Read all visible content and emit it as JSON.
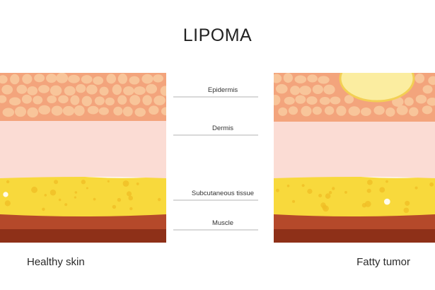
{
  "title": "LIPOMA",
  "layers": [
    {
      "name": "epidermis",
      "label": "Epidermis",
      "color": "#f3a47c",
      "cell_color": "#f8c59a"
    },
    {
      "name": "dermis",
      "label": "Dermis",
      "color": "#fbdcd4"
    },
    {
      "name": "subcutaneous",
      "label": "Subcutaneous tissue",
      "color": "#f8d93c",
      "dot_color": "#f0be26"
    },
    {
      "name": "muscle",
      "label": "Muscle",
      "color": "#b5492a",
      "dark_color": "#8e3018"
    }
  ],
  "tumor": {
    "fill": "#fbeda0",
    "stroke": "#f3cf54"
  },
  "panels": {
    "left_caption": "Healthy skin",
    "right_caption": "Fatty tumor"
  }
}
